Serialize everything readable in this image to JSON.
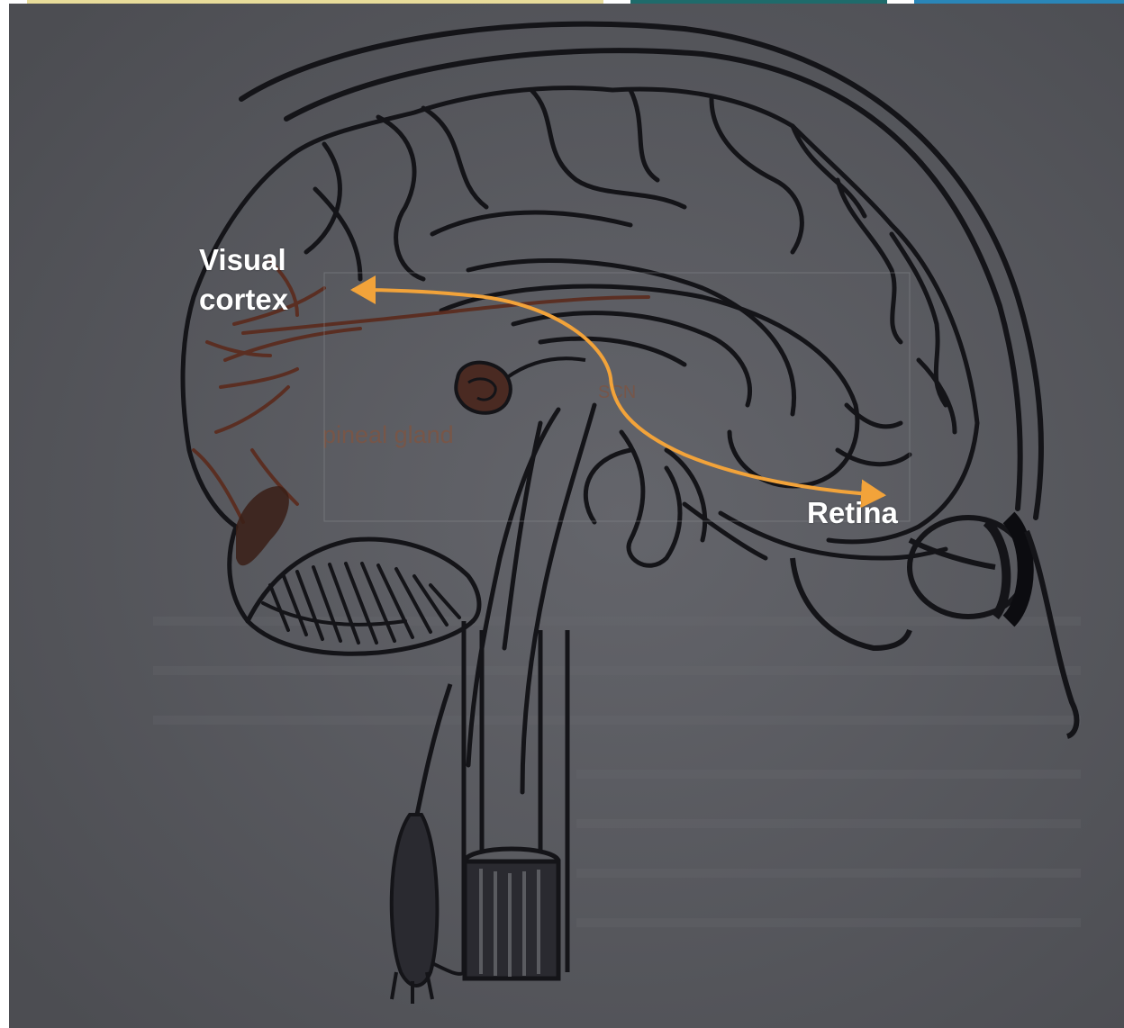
{
  "labels": {
    "visual_line1": "Visual",
    "visual_line2": "cortex",
    "retina": "Retina"
  },
  "printed_labels": {
    "pineal_gland": "pineal gland",
    "scn": "SCN"
  },
  "colors": {
    "background": "#5a5b60",
    "ink": "#141418",
    "brown_ink": "#5b2a1c",
    "arrow": "#f2a33a",
    "label_text": "#ffffff",
    "top_strip": [
      "#e8dc9a",
      "#ffffff",
      "#1f6b6b",
      "#ffffff",
      "#2a86b8"
    ]
  },
  "icons": {
    "arrowhead_left": "arrowhead-left-icon",
    "arrowhead_right": "arrowhead-right-icon"
  }
}
